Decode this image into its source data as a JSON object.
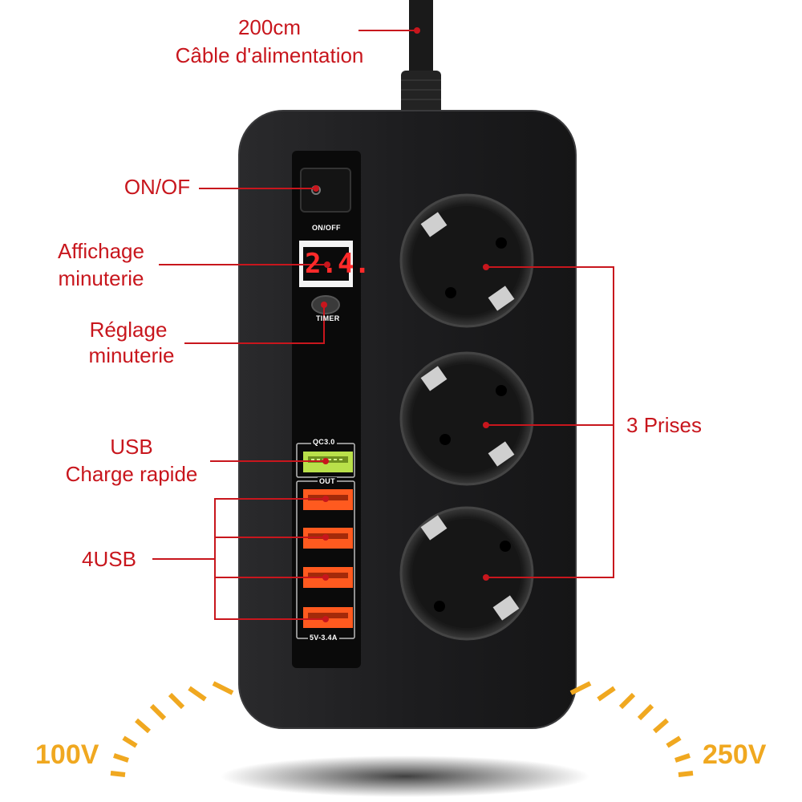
{
  "annotations": {
    "cable_length": "200cm",
    "cable_label": "Câble d'alimentation",
    "switch_label": "ON/OF",
    "timer_display_line1": "Affichage",
    "timer_display_line2": "minuterie",
    "timer_setting_line1": "Réglage",
    "timer_setting_line2": "minuterie",
    "usb_fast_line1": "USB",
    "usb_fast_line2": "Charge rapide",
    "usb_count": "4USB",
    "sockets": "3 Prises"
  },
  "panel": {
    "switch_caption": "ON/OFF",
    "display_value": "2.4.",
    "timer_caption": "TIMER",
    "qc_caption": "QC3.0",
    "out_caption": "OUT",
    "usb_rating": "5V-3.4A"
  },
  "voltage": {
    "min": "100V",
    "max": "250V"
  },
  "colors": {
    "annotation": "#c8161d",
    "voltage": "#f0a820",
    "body": "#1c1c1e",
    "qc_port": "#b9e04a",
    "usb_port": "#ff5a1f"
  }
}
